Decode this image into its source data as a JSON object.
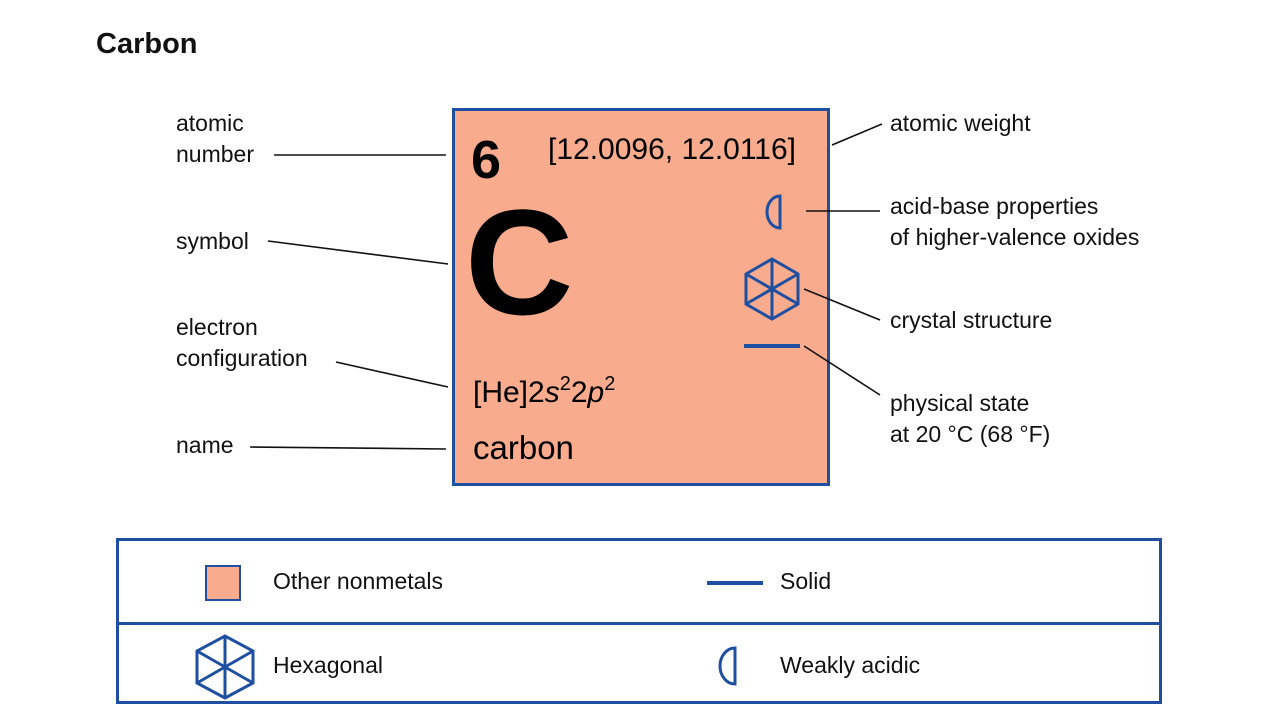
{
  "title": "Carbon",
  "element": {
    "atomic_number": "6",
    "atomic_weight": "[12.0096, 12.0116]",
    "symbol": "C",
    "config_core": "[He]2",
    "config_s": "s",
    "config_s_exp": "2",
    "config_mid": "2",
    "config_p": "p",
    "config_p_exp": "2",
    "name": "carbon"
  },
  "callouts": {
    "atomic_number_1": "atomic",
    "atomic_number_2": "number",
    "symbol": "symbol",
    "electron_config_1": "electron",
    "electron_config_2": "configuration",
    "name": "name",
    "atomic_weight": "atomic weight",
    "acid_base_1": "acid-base properties",
    "acid_base_2": "of higher-valence oxides",
    "crystal_structure": "crystal structure",
    "physical_state_1": "physical state",
    "physical_state_2": "at 20 °C (68 °F)"
  },
  "legend": {
    "category": "Other nonmetals",
    "state": "Solid",
    "crystal": "Hexagonal",
    "acidity": "Weakly acidic"
  },
  "colors": {
    "accent": "#1f4fa0",
    "category_fill": "#f9ab8e"
  },
  "icons": [
    "weakly-acidic-icon",
    "hexagonal-icon",
    "solid-state-icon"
  ]
}
